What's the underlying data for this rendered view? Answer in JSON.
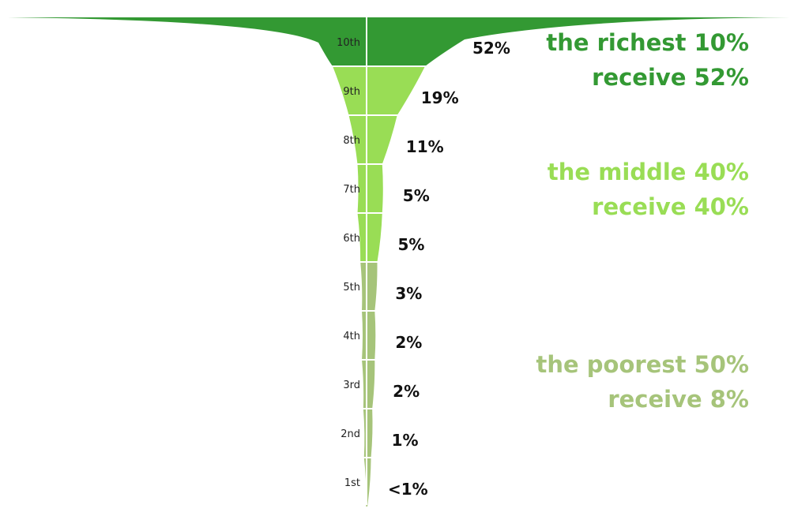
{
  "colors": {
    "top": "#339933",
    "middle": "#99DD55",
    "bottom": "#A6C47A",
    "divider": "#ffffff"
  },
  "chart_data": {
    "type": "area",
    "title": "",
    "xlabel": "",
    "ylabel": "",
    "categories": [
      "10th",
      "9th",
      "8th",
      "7th",
      "6th",
      "5th",
      "4th",
      "3rd",
      "2nd",
      "1st"
    ],
    "values": [
      52,
      19,
      11,
      5,
      5,
      3,
      2,
      2,
      1,
      0.5
    ],
    "value_labels": [
      "52%",
      "19%",
      "11%",
      "5%",
      "5%",
      "3%",
      "2%",
      "2%",
      "1%",
      "<1%"
    ],
    "groups": [
      "top",
      "middle",
      "middle",
      "middle",
      "middle",
      "bottom",
      "bottom",
      "bottom",
      "bottom",
      "bottom"
    ],
    "annotations": [
      {
        "group": "top",
        "lines": [
          "the richest 10%",
          "receive 52%"
        ]
      },
      {
        "group": "middle",
        "lines": [
          "the middle 40%",
          "receive 40%"
        ]
      },
      {
        "group": "bottom",
        "lines": [
          "the poorest 50%",
          "receive 8%"
        ]
      }
    ]
  }
}
